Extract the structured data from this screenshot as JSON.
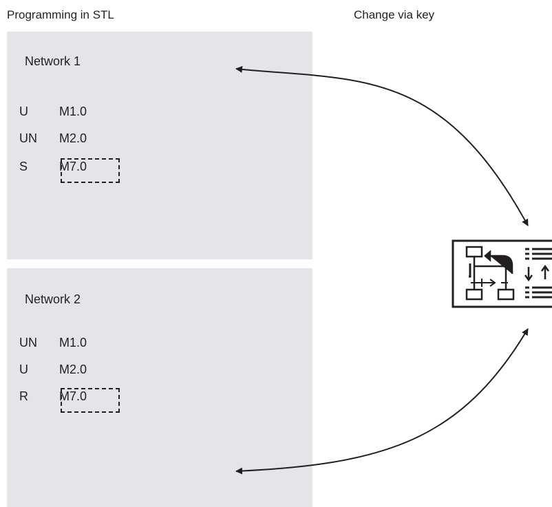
{
  "captions": {
    "left": "Programming in STL",
    "right": "Change via key"
  },
  "networks": [
    {
      "title": "Network 1",
      "lines": [
        {
          "op": "U",
          "operand": "M1.0"
        },
        {
          "op": "UN",
          "operand": "M2.0"
        },
        {
          "op": "S",
          "operand": "M7.0"
        }
      ]
    },
    {
      "title": "Network 2",
      "lines": [
        {
          "op": "UN",
          "operand": "M1.0"
        },
        {
          "op": "U",
          "operand": "M2.0"
        },
        {
          "op": "R",
          "operand": "M7.0"
        }
      ]
    }
  ],
  "key_icon": "toggle-view-key-icon"
}
